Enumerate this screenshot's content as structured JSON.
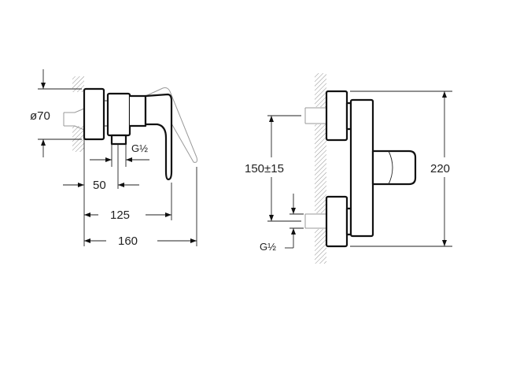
{
  "side_view": {
    "diameter_label": "ø70",
    "thread_label": "G½",
    "dim_outlet": "50",
    "dim_handle_front": "125",
    "dim_total_depth": "160"
  },
  "front_view": {
    "dim_center_distance": "150±15",
    "dim_height": "220",
    "thread_label": "G½"
  },
  "colors": {
    "line": "#111111",
    "hatch": "#777777",
    "background": "#ffffff"
  }
}
